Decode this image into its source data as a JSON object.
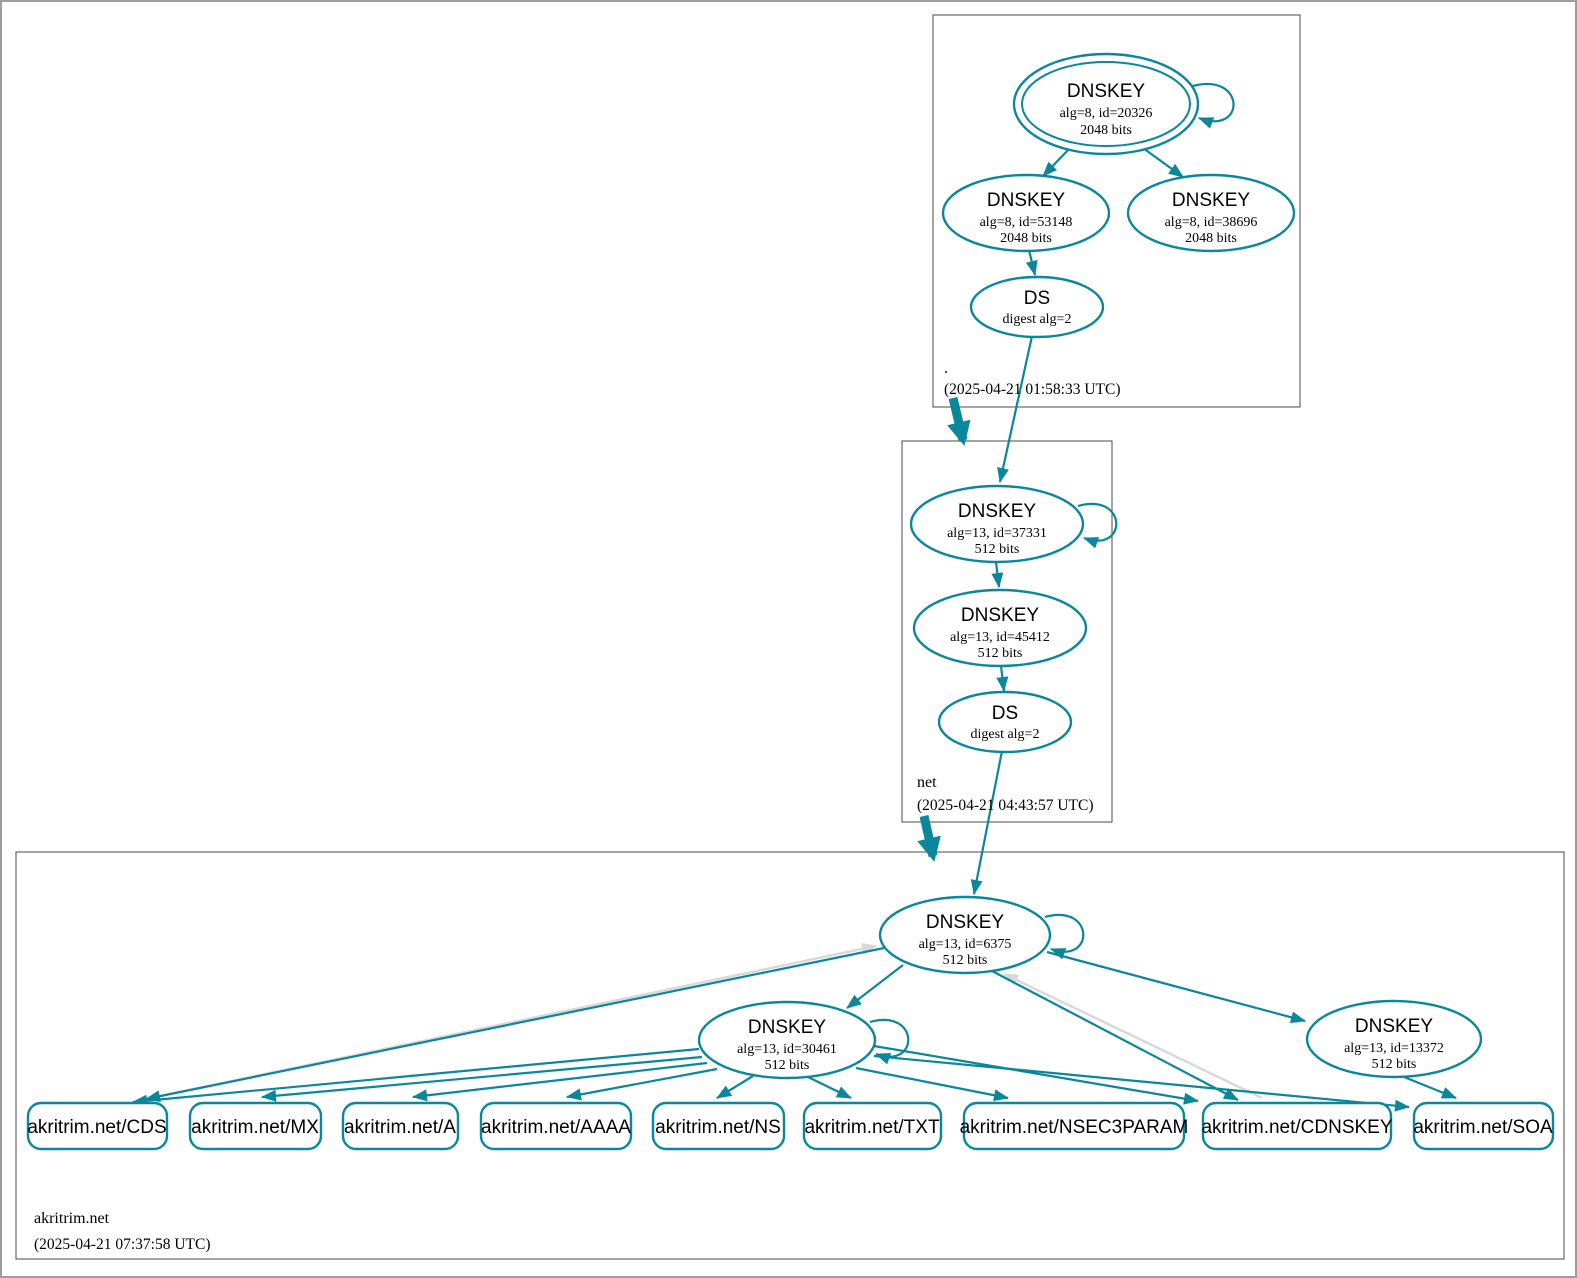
{
  "colors": {
    "edge_teal": "#0a879a",
    "edge_gray": "#d9d9d9",
    "sep_key_fill": "#d3d3d3",
    "node_fill_white": "#ffffff",
    "cluster_border": "#4a4a4a"
  },
  "zones": {
    "root": {
      "label": ".",
      "timestamp": "(2025-04-21 01:58:33 UTC)"
    },
    "net": {
      "label": "net",
      "timestamp": "(2025-04-21 04:43:57 UTC)"
    },
    "akritrim": {
      "label": "akritrim.net",
      "timestamp": "(2025-04-21 07:37:58 UTC)"
    }
  },
  "nodes": {
    "root_ksk": {
      "title": "DNSKEY",
      "detail": "alg=8, id=20326",
      "bits": "2048 bits"
    },
    "root_zsk": {
      "title": "DNSKEY",
      "detail": "alg=8, id=53148",
      "bits": "2048 bits"
    },
    "root_key2": {
      "title": "DNSKEY",
      "detail": "alg=8, id=38696",
      "bits": "2048 bits"
    },
    "root_ds": {
      "title": "DS",
      "detail": "digest alg=2"
    },
    "net_ksk": {
      "title": "DNSKEY",
      "detail": "alg=13, id=37331",
      "bits": "512 bits"
    },
    "net_zsk": {
      "title": "DNSKEY",
      "detail": "alg=13, id=45412",
      "bits": "512 bits"
    },
    "net_ds": {
      "title": "DS",
      "detail": "digest alg=2"
    },
    "akritrim_ksk": {
      "title": "DNSKEY",
      "detail": "alg=13, id=6375",
      "bits": "512 bits"
    },
    "akritrim_zsk": {
      "title": "DNSKEY",
      "detail": "alg=13, id=30461",
      "bits": "512 bits"
    },
    "akritrim_key2": {
      "title": "DNSKEY",
      "detail": "alg=13, id=13372",
      "bits": "512 bits"
    }
  },
  "rrsets": [
    {
      "label": "akritrim.net/CDS"
    },
    {
      "label": "akritrim.net/MX"
    },
    {
      "label": "akritrim.net/A"
    },
    {
      "label": "akritrim.net/AAAA"
    },
    {
      "label": "akritrim.net/NS"
    },
    {
      "label": "akritrim.net/TXT"
    },
    {
      "label": "akritrim.net/NSEC3PARAM"
    },
    {
      "label": "akritrim.net/CDNSKEY"
    },
    {
      "label": "akritrim.net/SOA"
    }
  ]
}
